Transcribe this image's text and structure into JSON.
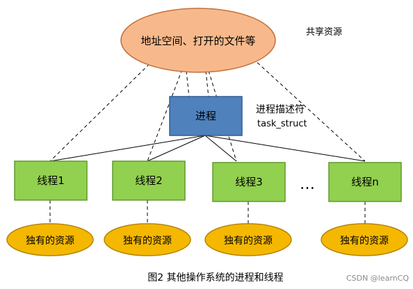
{
  "diagram": {
    "shared": {
      "ellipse_text": "地址空间、打开的文件等",
      "label": "共享资源",
      "fill": "#f7b98c",
      "stroke": "#c4703b"
    },
    "process": {
      "text": "进程",
      "descriptor_line1": "进程描述符",
      "descriptor_line2": "task_struct",
      "fill": "#4f81bd",
      "stroke": "#2f5f91"
    },
    "threads": [
      {
        "label": "线程1"
      },
      {
        "label": "线程2"
      },
      {
        "label": "线程3"
      },
      {
        "label": "线程n"
      }
    ],
    "ellipsis": "…",
    "thread_style": {
      "fill": "#92d050",
      "stroke": "#5f9a2b"
    },
    "private_resource": {
      "text": "独有的资源",
      "fill": "#f5b800",
      "stroke": "#b58400"
    },
    "caption": "图2 其他操作系统的进程和线程",
    "watermark": "CSDN @learnCQ"
  }
}
